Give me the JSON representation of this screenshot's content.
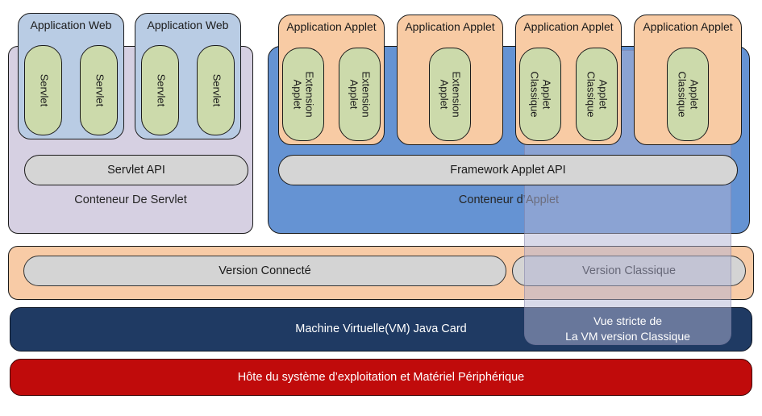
{
  "servlet_container": {
    "label": "Conteneur De Servlet",
    "api_bar": "Servlet API",
    "applications": [
      {
        "title": "Application Web",
        "pills": [
          "Servlet",
          "Servlet"
        ]
      },
      {
        "title": "Application Web",
        "pills": [
          "Servlet",
          "Servlet"
        ]
      }
    ]
  },
  "applet_container": {
    "label": "Conteneur d’Applet",
    "api_bar": "Framework Applet API",
    "applications": [
      {
        "title": "Application Applet",
        "pills": [
          "Extension\nApplet",
          "Extension\nApplet"
        ]
      },
      {
        "title": "Application Applet",
        "pills": [
          "Extension\nApplet"
        ]
      },
      {
        "title": "Application Applet",
        "pills": [
          "Applet\nClassique",
          "Applet\nClassique"
        ]
      },
      {
        "title": "Application Applet",
        "pills": [
          "Applet\nClassique"
        ]
      }
    ]
  },
  "runtime_band": {
    "connected": "Version Connecté",
    "classic": "Version Classique"
  },
  "vm_bar": "Machine Virtuelle(VM) Java Card",
  "host_bar": "Hôte du système d’exploitation et Matériel Périphérique",
  "overlay": {
    "caption": "Vue stricte de\nLa VM version Classique"
  },
  "colors": {
    "servlet_container_fill": "#d6d0e2",
    "web_app_fill": "#b9cce4",
    "applet_container_fill": "#6593d3",
    "applet_app_fill": "#f8cba4",
    "component_pill_fill": "#ccdaab",
    "api_bar_fill": "#d5d5d5",
    "runtime_band_fill": "#f8cba6",
    "vm_bar_fill": "#1f3a63",
    "host_bar_fill": "#c00b0b",
    "overlay_tint": "#b1b4d4"
  }
}
